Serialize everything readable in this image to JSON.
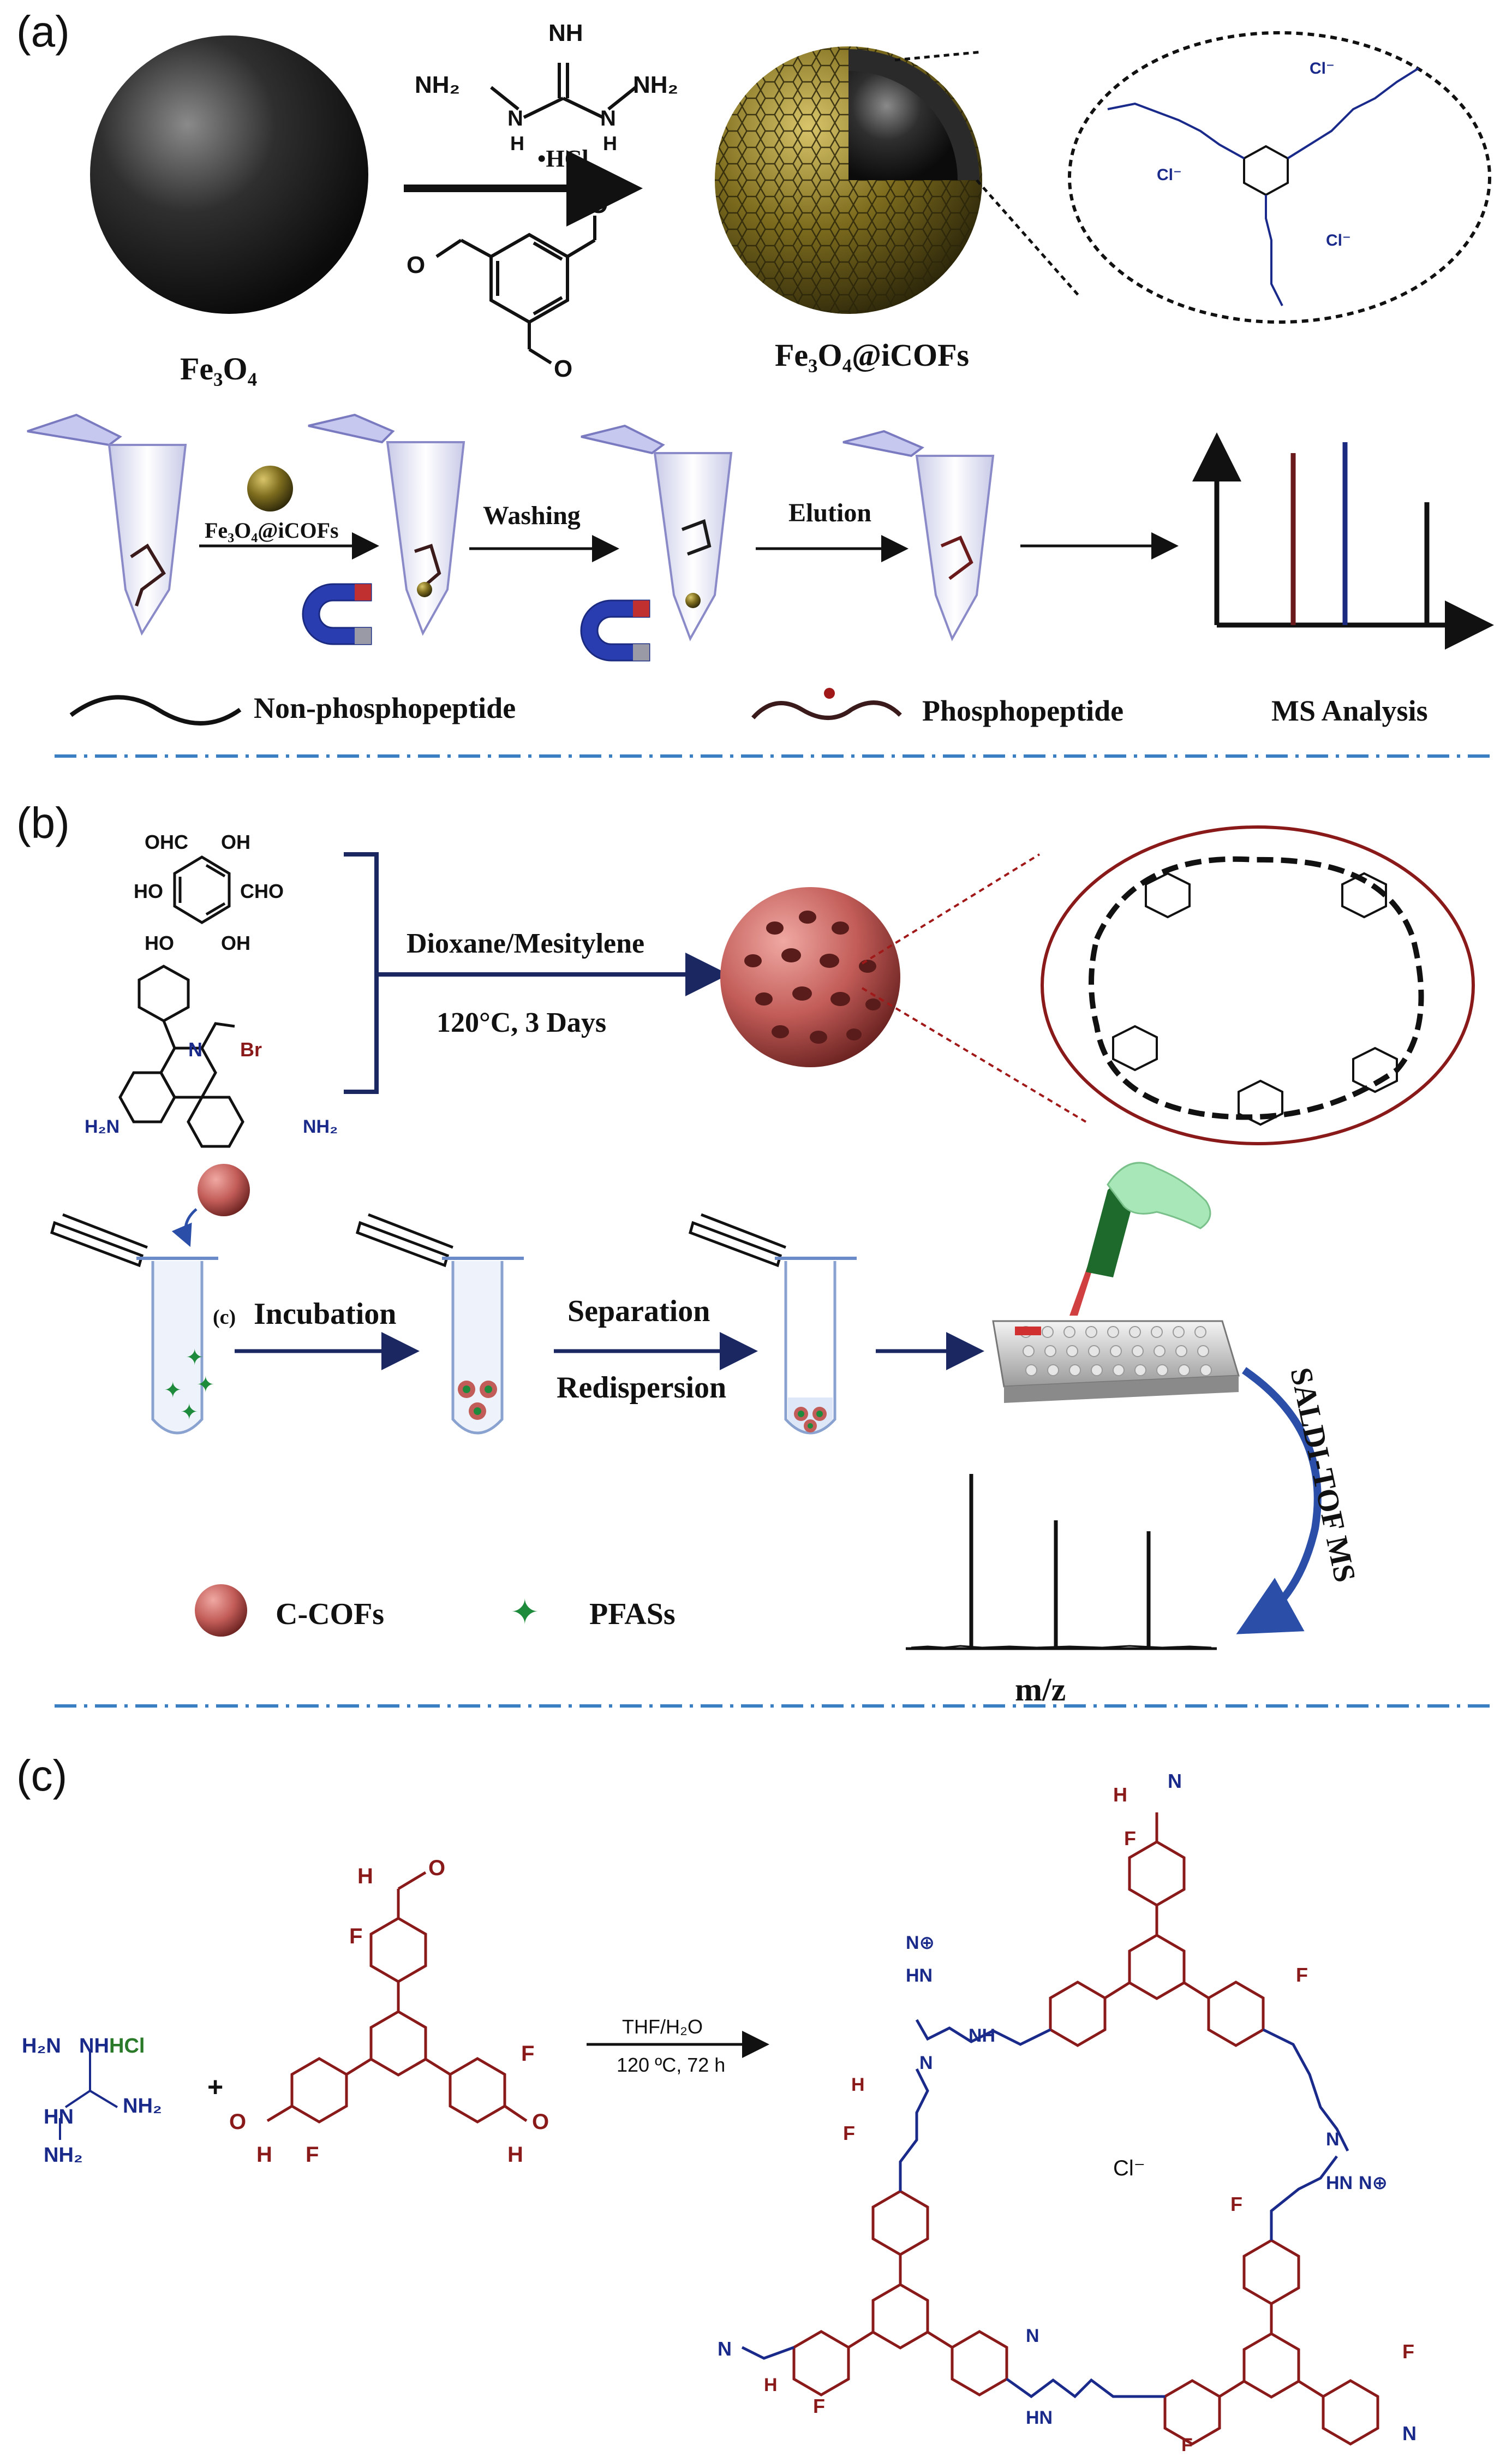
{
  "panels": {
    "a": {
      "label": "(a)",
      "reagent_salt": "•HCl",
      "core_label": "Fe₃O₄",
      "product_label": "Fe₃O₄@iCOFs",
      "step_reagent": "Fe₃O₄@iCOFs",
      "step_washing": "Washing",
      "step_elution": "Elution",
      "legend_non_phospho": "Non-phosphopeptide",
      "legend_phospho": "Phosphopeptide",
      "legend_ms": "MS Analysis",
      "guanidine_atoms": {
        "nh_top": "NH",
        "nh2_left": "NH₂",
        "n_left": "N",
        "n_right": "N",
        "nh2_right": "NH₂",
        "h1": "H",
        "h2": "H"
      },
      "aldehyde_o": "O",
      "inset_ions": [
        "Cl⁻",
        "Cl⁻",
        "Cl⁻"
      ]
    },
    "b": {
      "label": "(b)",
      "mono_cho1": "OHC",
      "mono_oh1": "OH",
      "mono_ho1": "HO",
      "mono_cho2": "CHO",
      "mono_ho2": "HO",
      "mono_oh2": "OH",
      "mono_br": "Br",
      "mono_n": "N",
      "mono_nh2_left": "H₂N",
      "mono_nh2_right": "NH₂",
      "solvent": "Dioxane/Mesitylene",
      "conditions": "120°C, 3 Days",
      "step_incubation": "Incubation",
      "stray_label": "(c)",
      "step_separation": "Separation",
      "step_redispersion": "Redispersion",
      "method": "SALDI-TOF MS",
      "legend_ccof": "C-COFs",
      "legend_pfas": "PFASs",
      "spectrum_xlabel": "m/z"
    },
    "c": {
      "label": "(c)",
      "guan_h2n": "H₂N",
      "guan_nh": "NH",
      "guan_hcl": "HCl",
      "guan_hn": "HN",
      "guan_nh2": "NH₂",
      "guan_nh2b": "NH₂",
      "plus": "+",
      "solvent": "THF/H₂O",
      "conditions": "120 ºC, 72 h",
      "fluorine": "F",
      "hydrogen": "H",
      "oxygen": "O",
      "imine_n": "N",
      "chloride": "Cl⁻",
      "hydrazone_hn": "HN",
      "hydrazone_nh": "NH",
      "hydrazone_n": "N",
      "iminium": "N⊕"
    }
  },
  "colors": {
    "core": "#2a2a2a",
    "shell": "#6b5d18",
    "shell_light": "#b8a03a",
    "ccof": "#c25c58",
    "separator": "#3a7fc1",
    "chem_blue": "#1a2a8a",
    "chem_red": "#8a1a1a",
    "pfas": "#1e8a3c"
  }
}
